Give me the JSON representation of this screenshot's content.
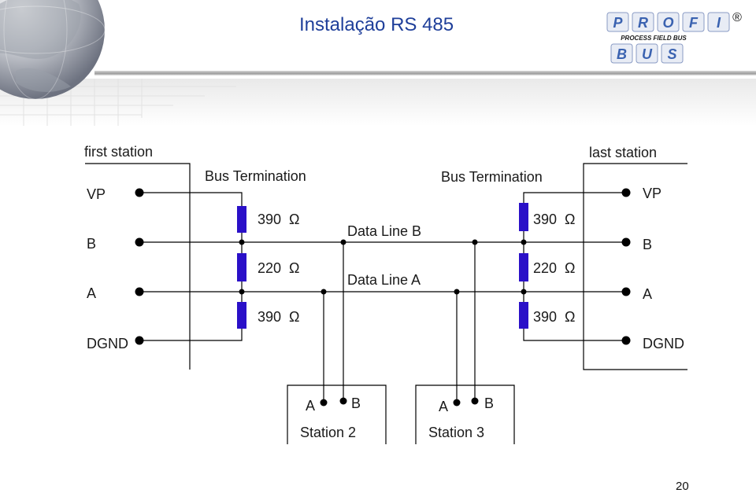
{
  "slide": {
    "title": "Instalação RS 485",
    "page_number": "20"
  },
  "logo": {
    "top_letters": [
      "P",
      "R",
      "O",
      "F",
      "I"
    ],
    "subtitle": "PROCESS FIELD BUS",
    "bottom_letters": [
      "B",
      "U",
      "S"
    ],
    "registered": "®"
  },
  "diagram": {
    "first_station": {
      "label": "first station",
      "pins": [
        "VP",
        "B",
        "A",
        "DGND"
      ]
    },
    "last_station": {
      "label": "last station",
      "pins": [
        "VP",
        "B",
        "A",
        "DGND"
      ]
    },
    "termination_left": {
      "label": "Bus Termination",
      "resistors": [
        "390  Ω",
        "220  Ω",
        "390  Ω"
      ]
    },
    "termination_right": {
      "label": "Bus Termination",
      "resistors": [
        "390  Ω",
        "220  Ω",
        "390  Ω"
      ]
    },
    "line_b_label": "Data Line B",
    "line_a_label": "Data Line A",
    "station2": {
      "name": "Station 2",
      "pin_a": "A",
      "pin_b": "B"
    },
    "station3": {
      "name": "Station 3",
      "pin_a": "A",
      "pin_b": "B"
    }
  },
  "colors": {
    "title": "#1f3f9a",
    "resistor": "#2a10c8",
    "wire": "#000000",
    "logo_blue": "#3a62b0"
  }
}
